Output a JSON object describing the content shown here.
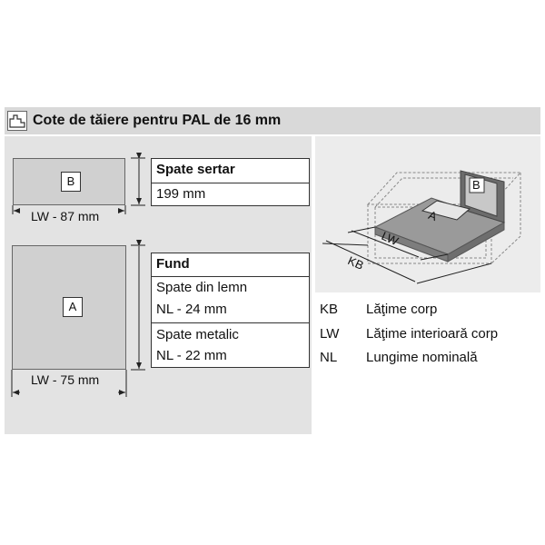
{
  "header": {
    "title": "Cote de tăiere pentru PAL de 16 mm"
  },
  "pieces": {
    "back": {
      "letter": "B",
      "width_label": "LW - 87 mm"
    },
    "bottom": {
      "letter": "A",
      "width_label": "LW - 75 mm"
    }
  },
  "table_back": {
    "title": "Spate sertar",
    "value": "199 mm"
  },
  "table_bottom": {
    "title": "Fund",
    "wood_label": "Spate din lemn",
    "wood_value": "NL - 24 mm",
    "metal_label": "Spate metalic",
    "metal_value": "NL - 22 mm"
  },
  "drawer": {
    "letter_a": "A",
    "letter_b": "B",
    "lw_label": "LW",
    "kb_label": "KB"
  },
  "legend": [
    {
      "abbr": "KB",
      "desc": "Lăţime corp"
    },
    {
      "abbr": "LW",
      "desc": "Lăţime interioară corp"
    },
    {
      "abbr": "NL",
      "desc": "Lungime nominală"
    }
  ]
}
